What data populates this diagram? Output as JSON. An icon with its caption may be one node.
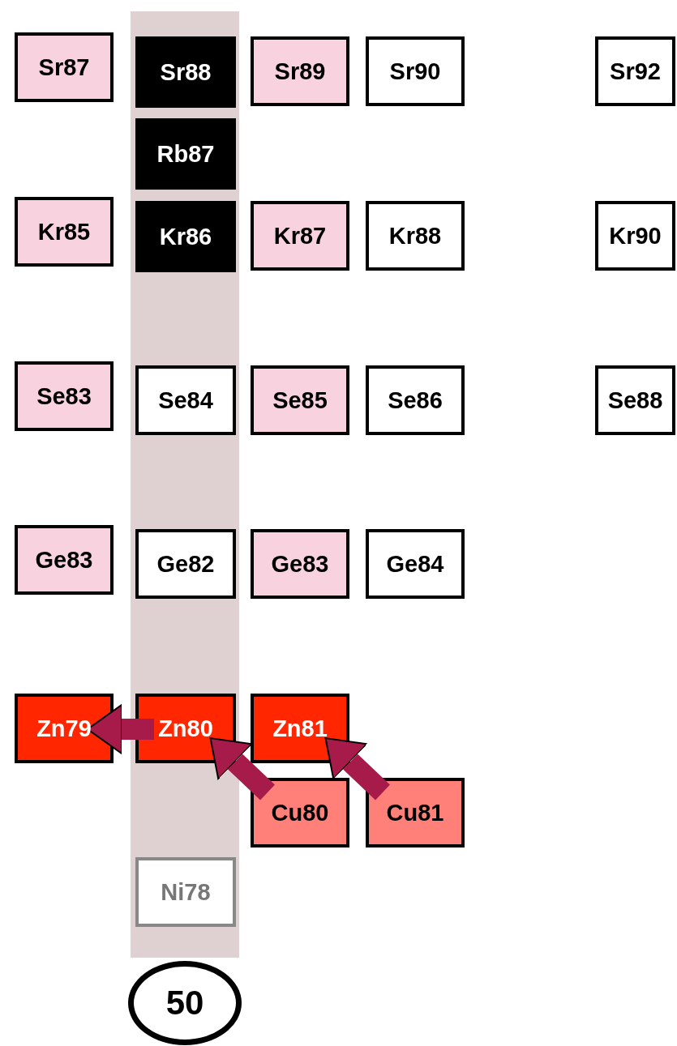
{
  "diagram": {
    "nodes": [
      {
        "text": [
          "Sr87"
        ]
      },
      {
        "text": [
          "Sr88"
        ]
      },
      {
        "text": [
          "Sr89"
        ]
      },
      {
        "text": [
          "Sr90"
        ]
      },
      {
        "text": [
          "Sr92"
        ]
      },
      {
        "text": [
          "Rb87"
        ]
      },
      {
        "text": [
          "Kr85"
        ]
      },
      {
        "text": [
          "Kr86"
        ]
      },
      {
        "text": [
          "Kr87"
        ]
      },
      {
        "text": [
          "Kr88"
        ]
      },
      {
        "text": [
          "Kr90"
        ]
      },
      {
        "text": [
          "Se83"
        ]
      },
      {
        "text": [
          "Se84"
        ]
      },
      {
        "text": [
          "Se85"
        ]
      },
      {
        "text": [
          "Se86"
        ]
      },
      {
        "text": [
          "Se88"
        ]
      },
      {
        "text": [
          "Ge83"
        ]
      },
      {
        "text": [
          "Ge82"
        ]
      },
      {
        "text": [
          "Ge83"
        ]
      },
      {
        "text": [
          "Ge84"
        ]
      },
      {
        "text": [
          "Zn79"
        ]
      },
      {
        "text": [
          "Zn80"
        ]
      },
      {
        "text": [
          "Zn81"
        ]
      },
      {
        "text": [
          "Cu80"
        ]
      },
      {
        "text": [
          "Cu81"
        ]
      },
      {
        "text": [
          "Ni78"
        ]
      },
      {
        "text": [
          "50"
        ]
      }
    ],
    "edges": [
      {
        "from": 21,
        "to": 20,
        "arrow": "to"
      },
      {
        "from": 23,
        "to": 21,
        "arrow": "to"
      },
      {
        "from": 24,
        "to": 22,
        "arrow": "to"
      }
    ]
  }
}
